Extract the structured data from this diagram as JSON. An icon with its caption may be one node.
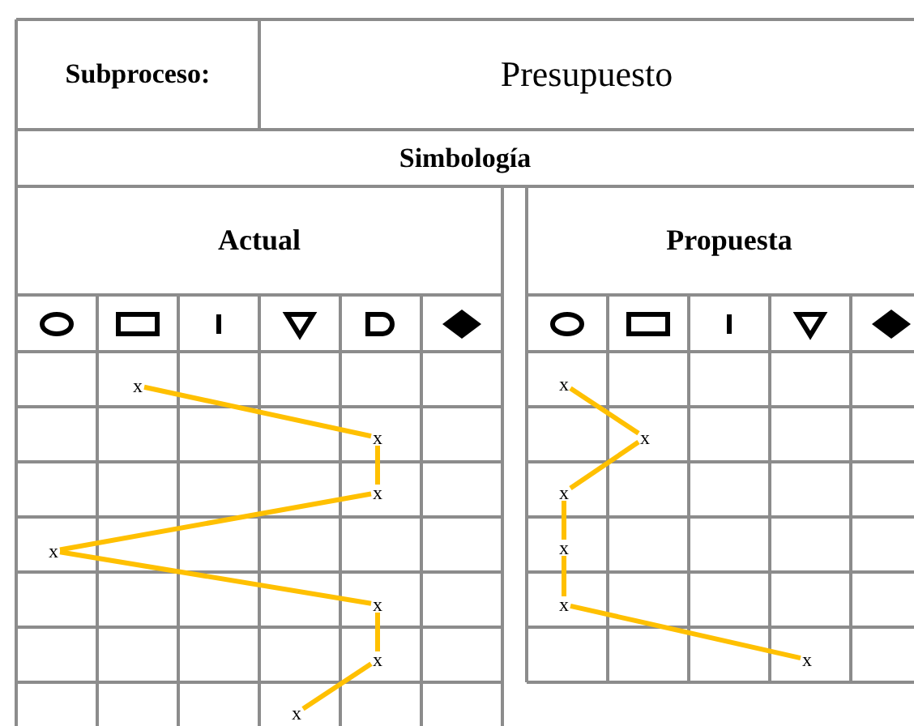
{
  "diagram": {
    "nodes": [
      {
        "text": [
          "x"
        ]
      },
      {
        "text": [
          "x"
        ]
      },
      {
        "text": [
          "x"
        ]
      },
      {
        "text": [
          "x"
        ]
      },
      {
        "text": [
          "x"
        ]
      },
      {
        "text": [
          "x"
        ]
      },
      {
        "text": [
          "x"
        ]
      },
      {
        "text": [
          "x"
        ]
      },
      {
        "text": [
          "x"
        ]
      },
      {
        "text": [
          "x"
        ]
      },
      {
        "text": [
          "x"
        ]
      },
      {
        "text": [
          "x"
        ]
      },
      {
        "text": [
          "x"
        ]
      }
    ],
    "edges": [
      {
        "from": 0,
        "to": 1,
        "arrow": "none"
      },
      {
        "from": 1,
        "to": 2,
        "arrow": "none"
      },
      {
        "from": 2,
        "to": 3,
        "arrow": "none"
      },
      {
        "from": 3,
        "to": 4,
        "arrow": "none"
      },
      {
        "from": 4,
        "to": 5,
        "arrow": "none"
      },
      {
        "from": 5,
        "to": 6,
        "arrow": "none"
      },
      {
        "from": 7,
        "to": 8,
        "arrow": "none"
      },
      {
        "from": 8,
        "to": 9,
        "arrow": "none"
      },
      {
        "from": 9,
        "to": 10,
        "arrow": "none"
      },
      {
        "from": 10,
        "to": 11,
        "arrow": "none"
      },
      {
        "from": 11,
        "to": 12,
        "arrow": "none"
      }
    ],
    "labels": [
      "Subproceso:",
      "Presupuesto",
      "Simbología",
      "Actual",
      "Propuesta"
    ]
  }
}
